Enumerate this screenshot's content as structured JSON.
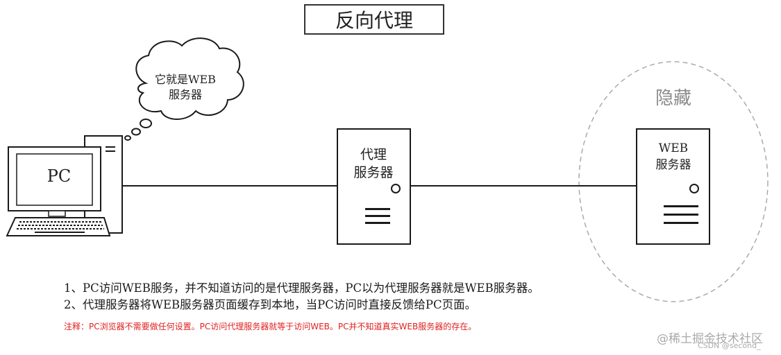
{
  "title": "反向代理",
  "pc": {
    "label": "PC"
  },
  "thought_bubble": {
    "line1": "它就是WEB",
    "line2": "服务器"
  },
  "proxy_server": {
    "line1": "代理",
    "line2": "服务器"
  },
  "web_server": {
    "line1": "WEB",
    "line2": "服务器"
  },
  "hidden_zone": {
    "label": "隐藏"
  },
  "notes": {
    "line1": "1、PC访问WEB服务，并不知道访问的是代理服务器，PC以为代理服务器就是WEB服务器。",
    "line2": "2、代理服务器将WEB服务器页面缓存到本地，当PC访问时直接反馈给PC页面。",
    "remark": "注释：PC浏览器不需要做任何设置。PC访问代理服务器就等于访问WEB。PC并不知道真实WEB服务器的存在。"
  },
  "watermark": {
    "line1": "@稀土掘金技术社区",
    "line2": "CSDN @second_"
  },
  "colors": {
    "line": "#1a1a1a",
    "remark": "#e02020",
    "dashed": "#aaaaaa",
    "watermark": "#aaaaaa"
  }
}
